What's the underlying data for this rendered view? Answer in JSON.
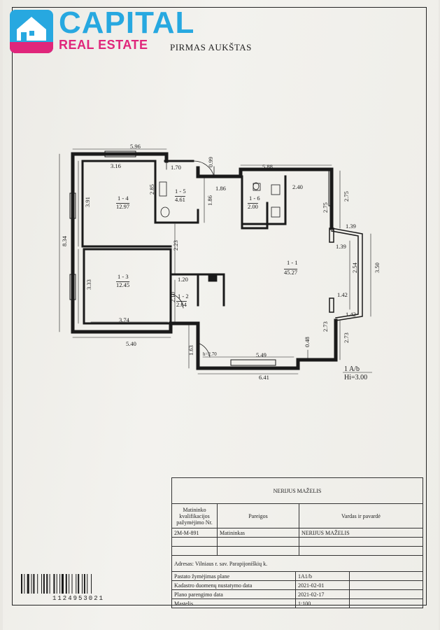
{
  "logo": {
    "name": "CAPITAL",
    "sub": "REAL ESTATE",
    "brand_blue": "#27a8e0",
    "brand_pink": "#e0267b",
    "icon": "house-icon"
  },
  "floor_title": "PIRMAS AUKŠTAS",
  "dims": {
    "top_left": "5.96",
    "d_316": "3.16",
    "d_170": "1.70",
    "d_099": "0.99",
    "d_588": "5.88",
    "d_285": "2.85",
    "d_391": "3.91",
    "d_834": "8.34",
    "d_186a": "1.86",
    "d_186b": "1.86",
    "d_240": "2.40",
    "d_275a": "2.75",
    "d_275b": "2.75",
    "d_139a": "1.39",
    "d_139b": "1.39",
    "d_254": "2.54",
    "d_350": "3.50",
    "d_223": "2.23",
    "d_120": "1.20",
    "d_333": "3.33",
    "d_210": "2.10",
    "d_142a": "1.42",
    "d_142b": "1.42",
    "d_374": "3.74",
    "d_273a": "2.73",
    "d_273b": "2.73",
    "d_048": "0.48",
    "d_540": "5.40",
    "d_163": "1.63",
    "d_549": "5.49",
    "d_641": "6.41",
    "h": "h=2.70"
  },
  "rooms": [
    {
      "id": "1 - 4",
      "area": "12.97"
    },
    {
      "id": "1 - 5",
      "area": "4.61"
    },
    {
      "id": "1 - 6",
      "area": "2.00"
    },
    {
      "id": "1 - 1",
      "area": "45.27"
    },
    {
      "id": "1 - 3",
      "area": "12.45"
    },
    {
      "id": "1 - 2",
      "area": "2.64"
    }
  ],
  "plan_code": "1 A/b",
  "plan_height": "Hi=3.00",
  "title_block": {
    "surveyor_header": "NERIJUS MAŽELIS",
    "col1": "Matininko kvalifikacijos pažymėjimo Nr.",
    "col2": "Pareigos",
    "col3": "Vardas ir pavardė",
    "cert_no": "2M-M-891",
    "position": "Matininkas",
    "name": "NERIJUS MAŽELIS",
    "address_label": "Adresas:",
    "address": "Vilniaus r. sav. Parapijoniškių k.",
    "rows": [
      {
        "label": "Pastato žymėjimas plane",
        "value": "1A1/b"
      },
      {
        "label": "Kadastro duomenų nustatymo data",
        "value": "2021-02-01"
      },
      {
        "label": "Plano parengimo data",
        "value": "2021-02-17"
      },
      {
        "label": "Mastelis",
        "value": "1:100"
      }
    ]
  },
  "barcode_number": "1124953021"
}
